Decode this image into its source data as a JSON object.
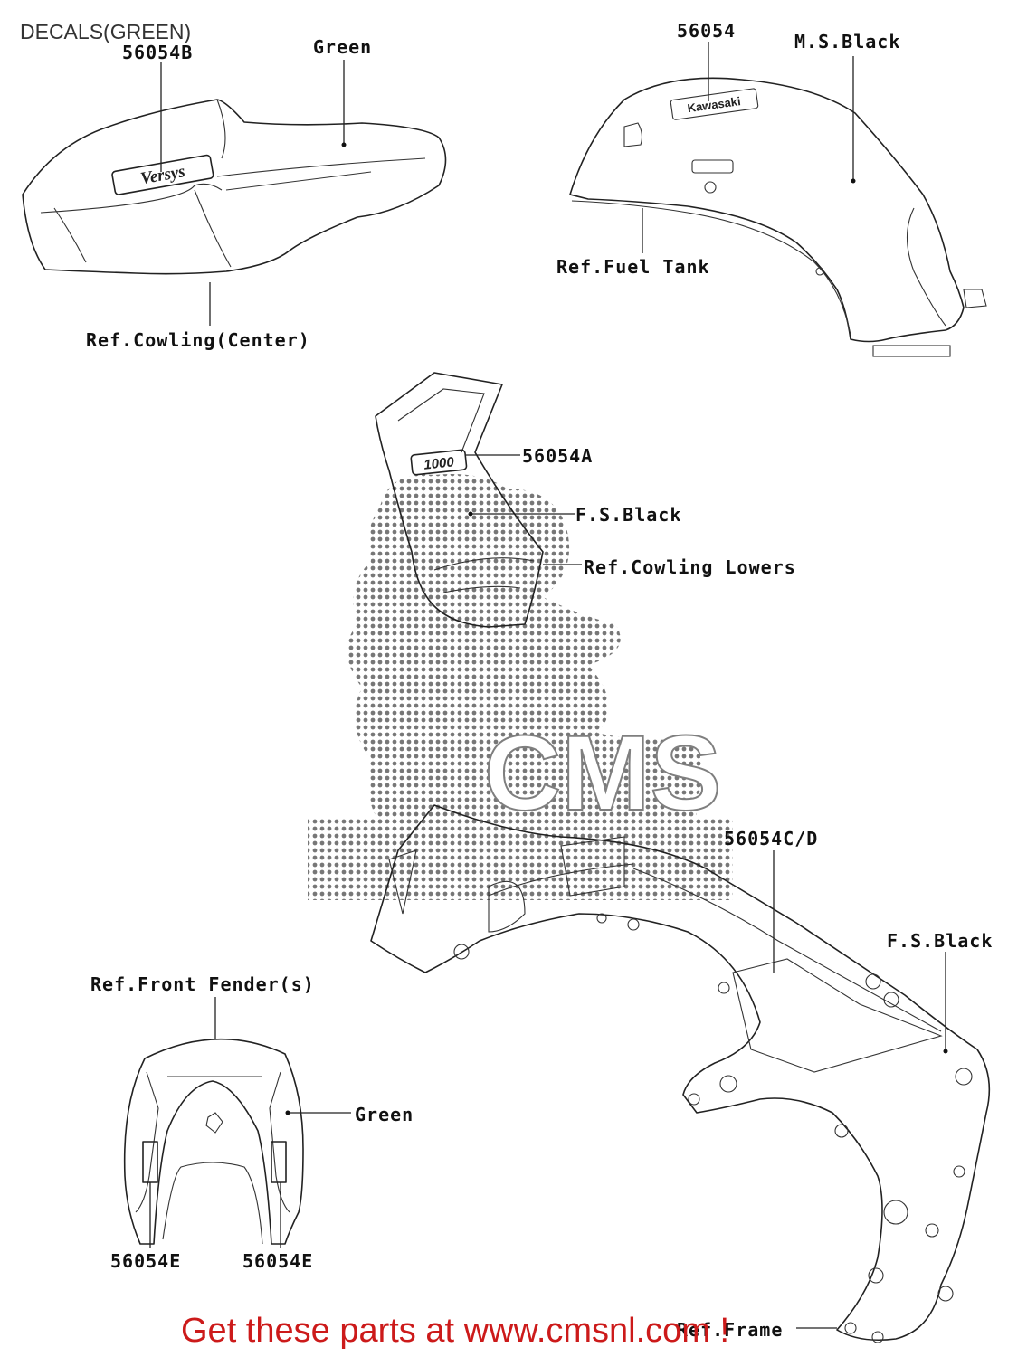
{
  "title": "DECALS(GREEN)",
  "labels": {
    "part_56054B": "56054B",
    "green_top": "Green",
    "ref_cowling_center": "Ref.Cowling(Center)",
    "part_56054": "56054",
    "ms_black": "M.S.Black",
    "ref_fuel_tank": "Ref.Fuel Tank",
    "part_56054A": "56054A",
    "fs_black_upper": "F.S.Black",
    "ref_cowling_lowers": "Ref.Cowling Lowers",
    "part_56054CD": "56054C/D",
    "fs_black_frame": "F.S.Black",
    "ref_front_fender": "Ref.Front Fender(s)",
    "green_fender": "Green",
    "part_56054E_left": "56054E",
    "part_56054E_right": "56054E",
    "ref_frame": "Ref.Frame"
  },
  "decal_text": {
    "versys": "Versys",
    "kawasaki": "Kawasaki",
    "model_1000": "1000"
  },
  "watermark": {
    "text": "CMS"
  },
  "promo": "Get these parts at www.cmsnl.com !",
  "colors": {
    "promo": "#cc1a1a",
    "line": "#222222",
    "watermark": "#555555"
  }
}
